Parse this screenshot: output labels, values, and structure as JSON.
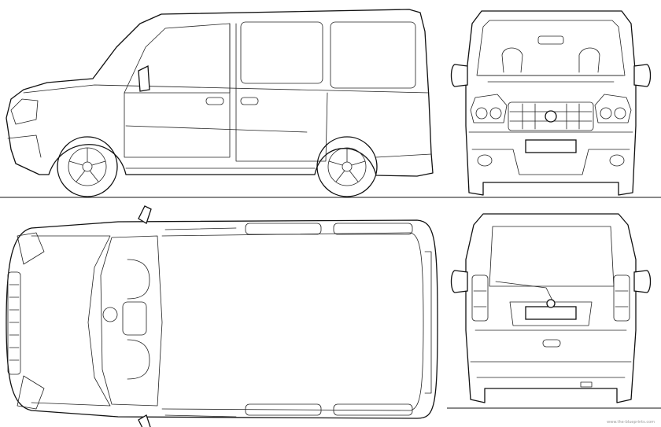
{
  "drawing": {
    "views": [
      {
        "id": "side",
        "title": ""
      },
      {
        "id": "front",
        "title": ""
      },
      {
        "id": "top",
        "title": ""
      },
      {
        "id": "rear",
        "title": ""
      }
    ]
  },
  "credit": "www.the-blueprints.com",
  "colors": {
    "line": "#111111",
    "background": "#ffffff",
    "credit": "#9a9a9a"
  }
}
